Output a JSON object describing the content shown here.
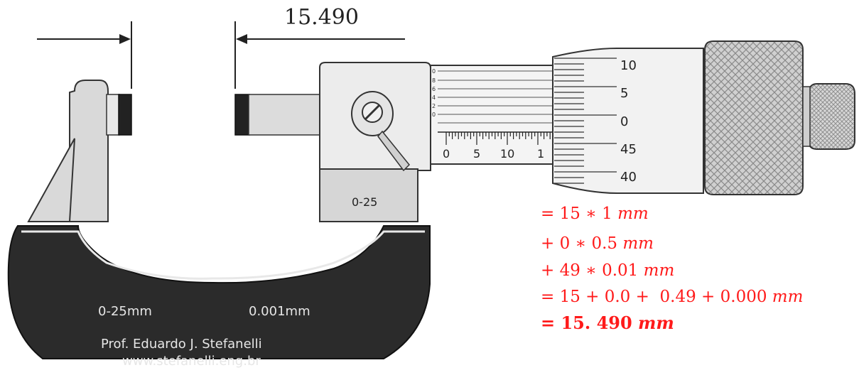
{
  "measurement_label": "15.490",
  "frame": {
    "range_left": "0-25mm",
    "resolution": "0.001mm",
    "author": "Prof. Eduardo J. Stefanelli",
    "website": "www.stefanelli.eng.br",
    "lock_range": "0-25"
  },
  "sleeve_scale": {
    "labels": [
      "0",
      "5",
      "10",
      "1"
    ],
    "vernier_labels": [
      "0",
      "8",
      "6",
      "4",
      "2",
      "0"
    ]
  },
  "thimble_scale": {
    "labels": [
      "10",
      "5",
      "0",
      "45",
      "40"
    ]
  },
  "calculation": {
    "line1": {
      "prefix": "= 15 ∗ 1 ",
      "unit": "mm"
    },
    "line2": {
      "prefix": "+ 0 ∗ 0.5 ",
      "unit": "mm"
    },
    "line3": {
      "prefix": "+ 49 ∗ 0.01 ",
      "unit": "mm"
    },
    "line4": {
      "prefix": "= 15 + 0.0 +  0.49 + 0.000 ",
      "unit": "mm"
    },
    "line5": {
      "prefix": "= 15. 490 ",
      "unit": "mm"
    }
  },
  "colors": {
    "result": "#ff1a1a",
    "frame": "#2b2b2b",
    "metal": "#d6d6d6"
  }
}
